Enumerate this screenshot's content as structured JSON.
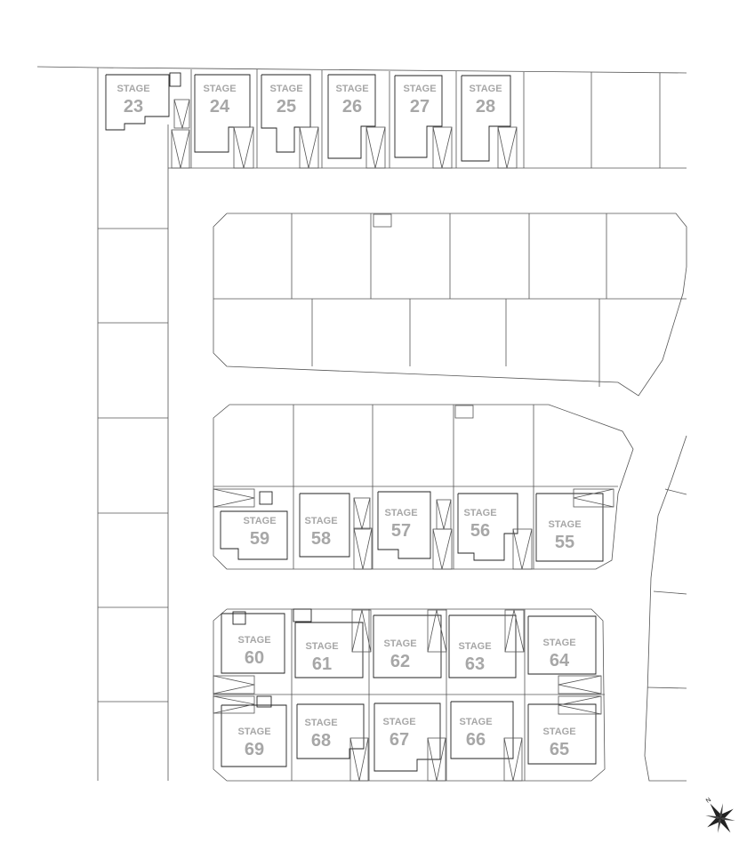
{
  "plan": {
    "stage_word": "STAGE",
    "lots": [
      {
        "id": "23",
        "row": "top"
      },
      {
        "id": "24",
        "row": "top"
      },
      {
        "id": "25",
        "row": "top"
      },
      {
        "id": "26",
        "row": "top"
      },
      {
        "id": "27",
        "row": "top"
      },
      {
        "id": "28",
        "row": "top"
      },
      {
        "id": "59",
        "row": "middle"
      },
      {
        "id": "58",
        "row": "middle"
      },
      {
        "id": "57",
        "row": "middle"
      },
      {
        "id": "56",
        "row": "middle"
      },
      {
        "id": "55",
        "row": "middle"
      },
      {
        "id": "60",
        "row": "lower-north"
      },
      {
        "id": "61",
        "row": "lower-north"
      },
      {
        "id": "62",
        "row": "lower-north"
      },
      {
        "id": "63",
        "row": "lower-north"
      },
      {
        "id": "64",
        "row": "lower-north"
      },
      {
        "id": "69",
        "row": "lower-south"
      },
      {
        "id": "68",
        "row": "lower-south"
      },
      {
        "id": "67",
        "row": "lower-south"
      },
      {
        "id": "66",
        "row": "lower-south"
      },
      {
        "id": "65",
        "row": "lower-south"
      }
    ],
    "label_color": "#a7a7a7",
    "line_color": "#555555"
  },
  "compass": {
    "north_letter": "N",
    "icon": "compass-rose-icon"
  }
}
